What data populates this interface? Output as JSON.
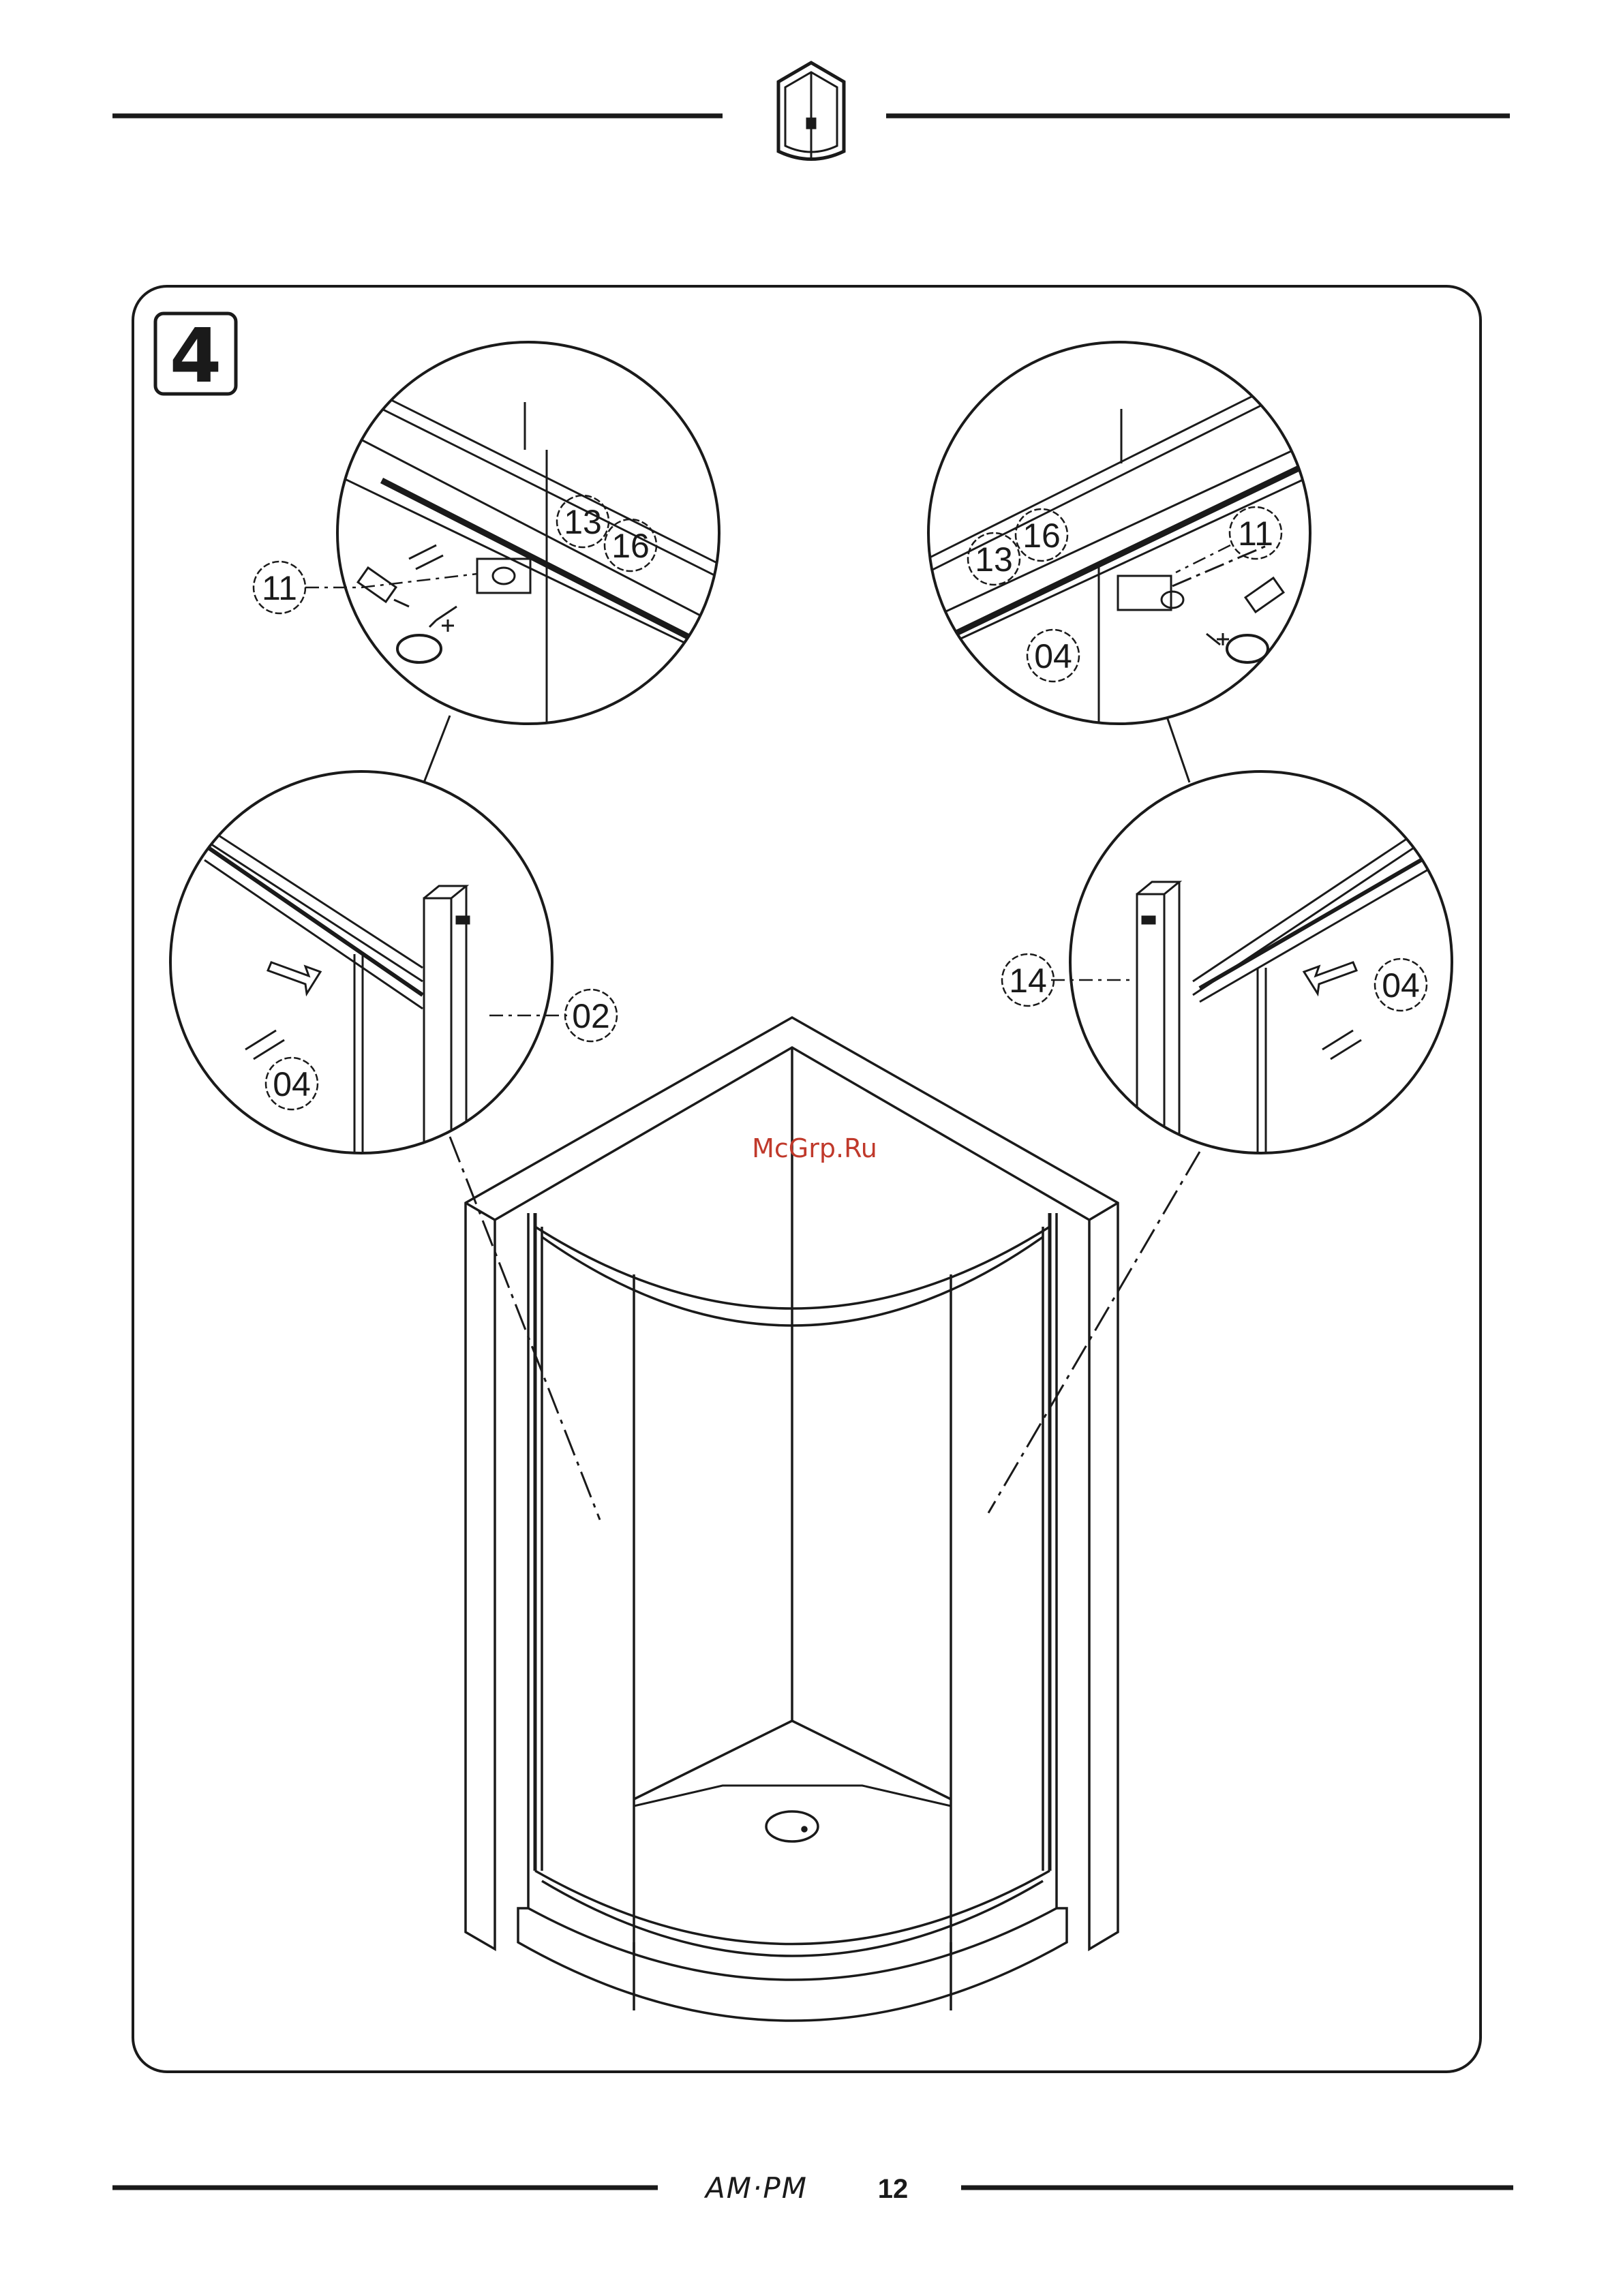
{
  "step_number": "4",
  "watermark": "McGrp.Ru",
  "footer": {
    "brand": "AM·PM",
    "page_number": "12"
  },
  "callouts": {
    "tl_11": "11",
    "tl_13": "13",
    "tl_16": "16",
    "tr_13": "13",
    "tr_16": "16",
    "tr_11": "11",
    "tr_04": "04",
    "ml_02": "02",
    "ml_04": "04",
    "mr_14": "14",
    "mr_04": "04"
  },
  "colors": {
    "ink": "#1a1a1a",
    "watermark": "#c0392b"
  }
}
